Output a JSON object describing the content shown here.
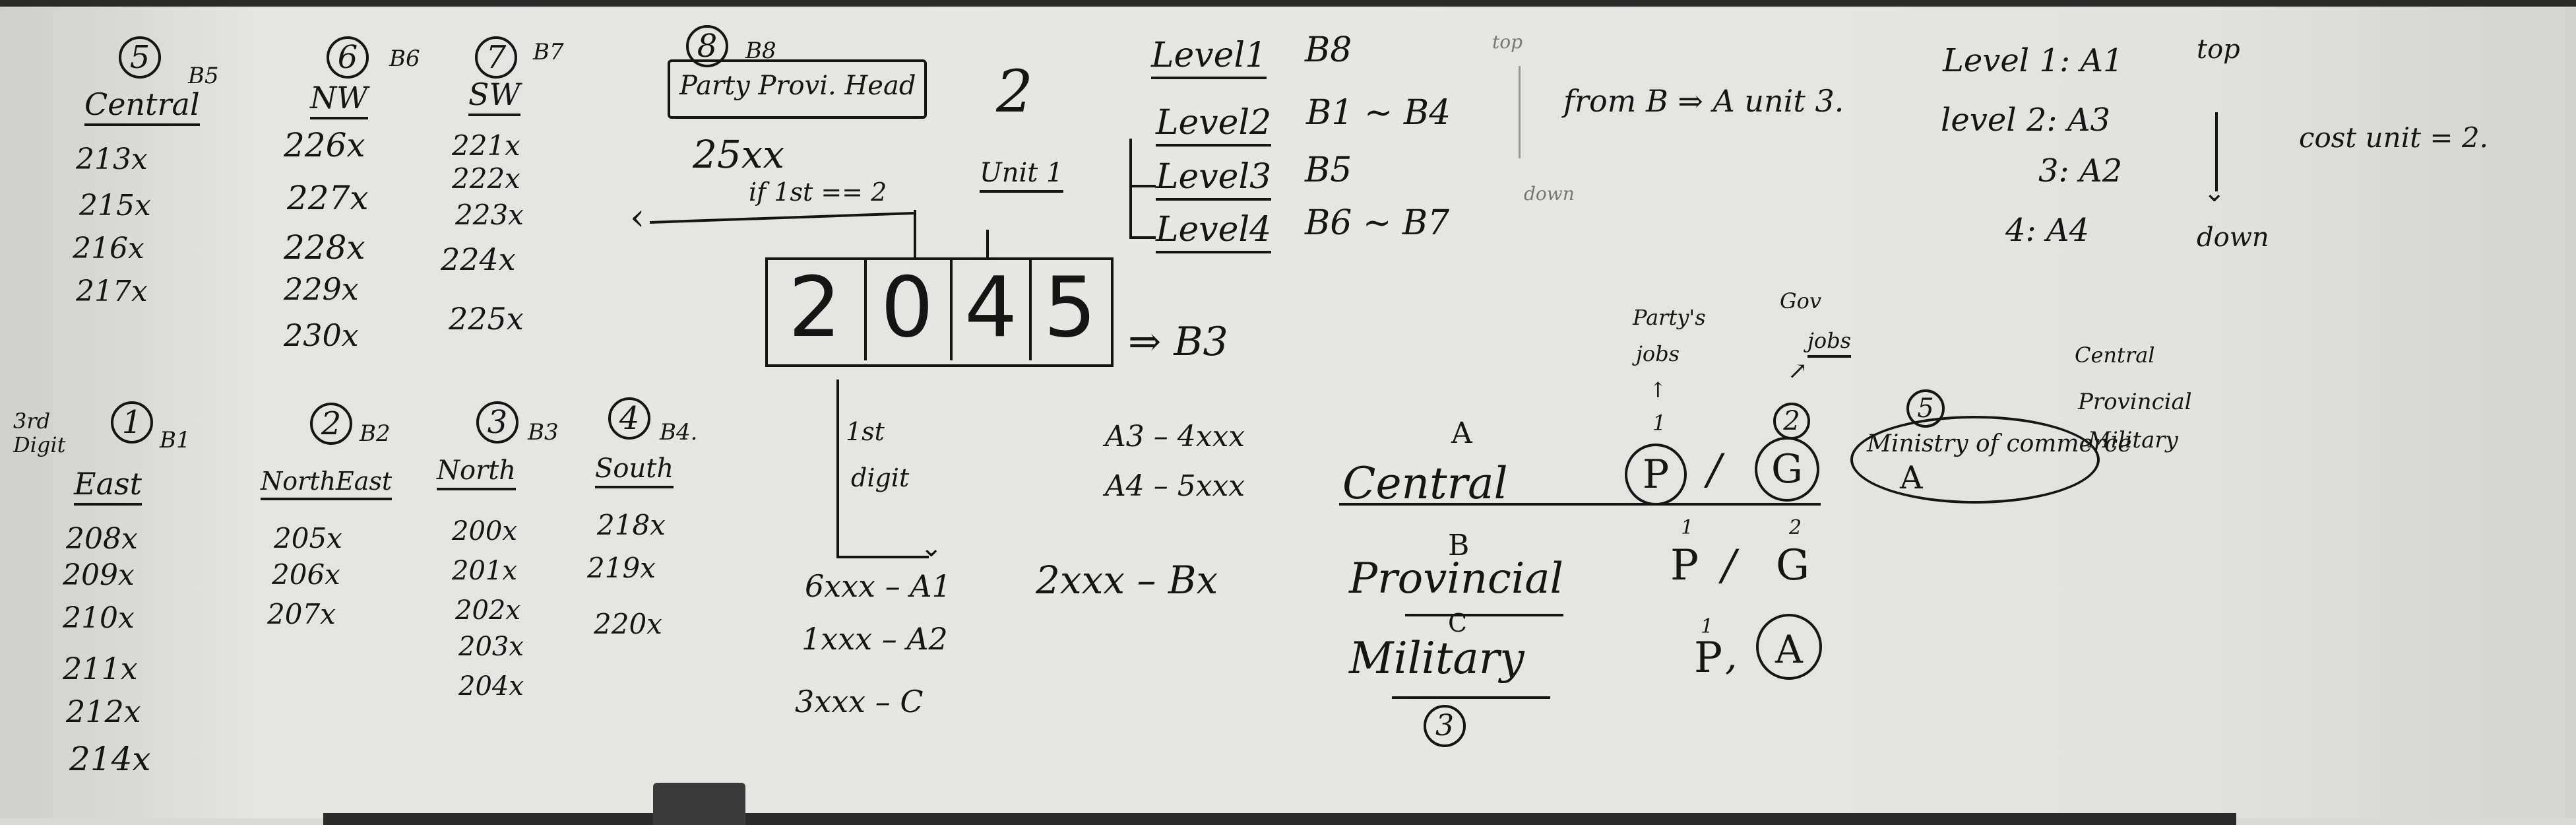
{
  "b5": {
    "num": "5",
    "tag": "B5",
    "label": "Central",
    "codes": [
      "213x",
      "215x",
      "216x",
      "217x"
    ]
  },
  "b6": {
    "num": "6",
    "tag": "B6",
    "label": "NW",
    "codes": [
      "226x",
      "227x",
      "228x",
      "229x",
      "230x"
    ]
  },
  "b7": {
    "num": "7",
    "tag": "B7",
    "label": "SW",
    "codes": [
      "221x",
      "222x",
      "223x",
      "224x",
      "225x"
    ]
  },
  "b8": {
    "num": "8",
    "tag": "B8",
    "label": "Party Provi. Head",
    "code": "25xx",
    "arrow_note": "if 1st == 2",
    "two": "2"
  },
  "b1": {
    "num": "1",
    "tag": "B1",
    "label": "East",
    "codes": [
      "208x",
      "209x",
      "210x",
      "211x",
      "212x",
      "214x"
    ]
  },
  "b2": {
    "num": "2",
    "tag": "B2",
    "label": "NorthEast",
    "codes": [
      "205x",
      "206x",
      "207x"
    ]
  },
  "b3": {
    "num": "3",
    "tag": "B3",
    "label": "North",
    "codes": [
      "200x",
      "201x",
      "202x",
      "203x",
      "204x"
    ]
  },
  "b4": {
    "num": "4",
    "tag": "B4.",
    "label": "South",
    "codes": [
      "218x",
      "219x",
      "220x"
    ]
  },
  "side_note": [
    "3rd",
    "Digit"
  ],
  "unit_label": "Unit 1",
  "digits": [
    "2",
    "0",
    "4",
    "5"
  ],
  "digits_result": "⇒ B3",
  "first_digit": {
    "label1": "1st",
    "label2": "digit",
    "rules": [
      "6xxx – A1",
      "1xxx – A2",
      "3xxx – C"
    ]
  },
  "a_rules": [
    "A3 – 4xxx",
    "A4 – 5xxx"
  ],
  "bx_rule": "2xxx – Bx",
  "levels": [
    {
      "name": "Level1",
      "value": "B8"
    },
    {
      "name": "Level2",
      "value": "B1 ~ B4"
    },
    {
      "name": "Level3",
      "value": "B5"
    },
    {
      "name": "Level4",
      "value": "B6 ~ B7"
    }
  ],
  "top_small": "top",
  "down_small": "down",
  "from_note": "from B ⇒ A unit 3.",
  "right_levels": [
    "Level 1: A1",
    "level 2: A3",
    "3: A2",
    "4: A4"
  ],
  "right_top": "top",
  "right_down": "down",
  "cost_unit": "cost unit = 2.",
  "diagram": {
    "a": "A",
    "central": "Central",
    "b": "B",
    "provincial": "Provincial",
    "c": "C",
    "military": "Military",
    "military_num": "3",
    "p": "P",
    "g": "G",
    "slash": "/",
    "one": "1",
    "two": "2",
    "five": "5",
    "party_jobs": [
      "Party's",
      "jobs"
    ],
    "gov_jobs": [
      "Gov",
      "jobs"
    ],
    "ministry": "Ministry of commerce",
    "ministry_a": "A",
    "right_list": [
      "Central",
      "Provincial",
      "Military"
    ]
  }
}
